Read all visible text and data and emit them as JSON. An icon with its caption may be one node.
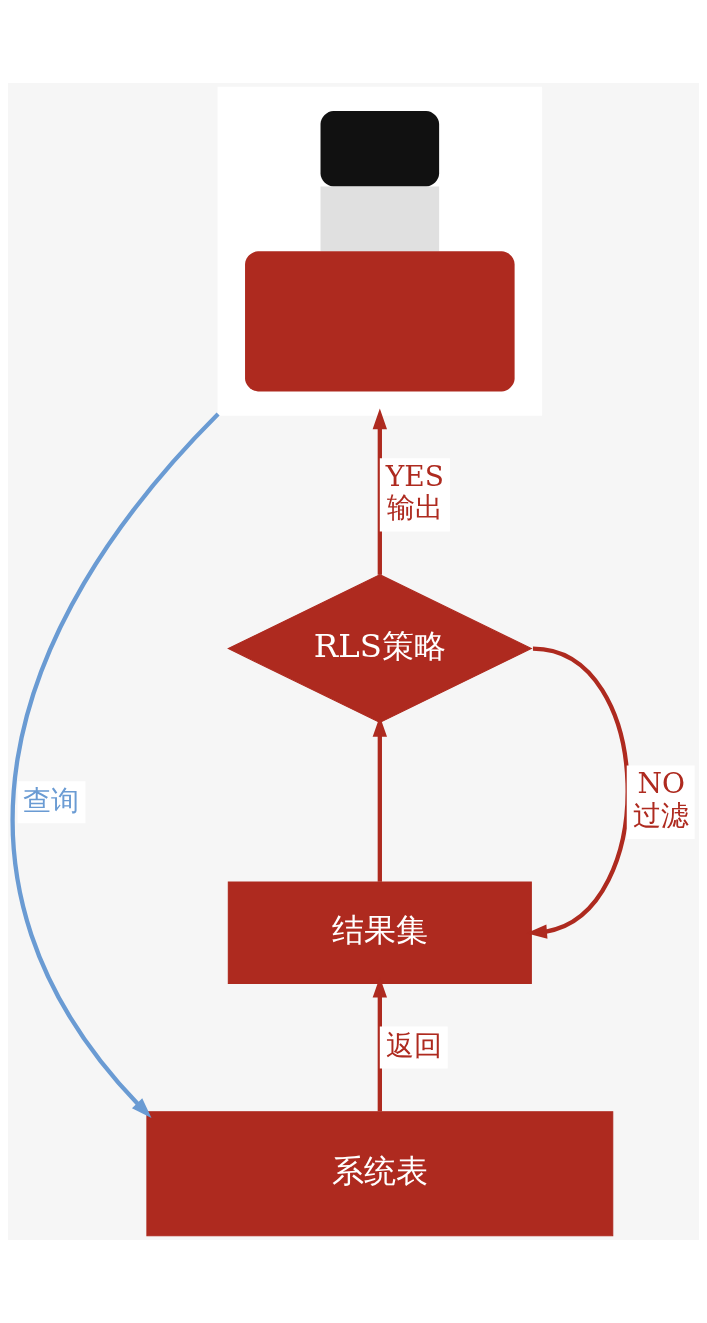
{
  "diagram": {
    "nodes": [
      {
        "text": [],
        "shape": "person"
      },
      {
        "text": [
          "系统表"
        ]
      },
      {
        "text": [
          "结果集"
        ]
      },
      {
        "text": [
          "RLS策略"
        ]
      }
    ],
    "edges": [
      {
        "from": 0,
        "to": 1,
        "arrow": "to",
        "label": "查询",
        "color": "#6a9bd3"
      },
      {
        "from": 1,
        "to": 2,
        "arrow": "to",
        "label": "返回"
      },
      {
        "from": 2,
        "to": 3,
        "arrow": "to"
      },
      {
        "from": 3,
        "to": 0,
        "arrow": "to",
        "label": "YES 输出"
      },
      {
        "from": 3,
        "to": 2,
        "arrow": "to",
        "label": "NO 过滤"
      }
    ]
  }
}
